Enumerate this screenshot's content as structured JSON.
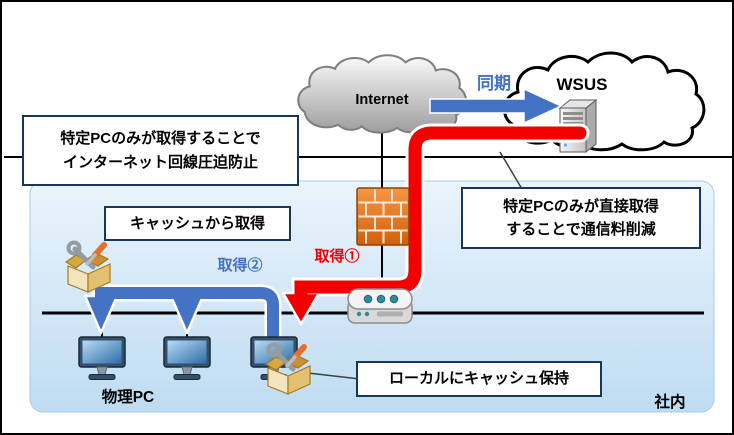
{
  "diagram": {
    "type": "network-diagram",
    "labels": {
      "internet": "Internet",
      "wsus": "WSUS",
      "sync": "同期",
      "fetch_direct": "取得①",
      "fetch_from_cache": "取得②",
      "physical_pc": "物理PC",
      "intranet": "社内"
    },
    "callouts": {
      "line_protection": {
        "line1": "特定PCのみが取得することで",
        "line2": "インターネット回線圧迫防止"
      },
      "cache_fetch": {
        "text": "キャッシュから取得"
      },
      "cost_reduction": {
        "line1": "特定PCのみが直接取得",
        "line2": "することで通信料削減"
      },
      "local_cache": {
        "text": "ローカルにキャッシュ保持"
      }
    },
    "colors": {
      "sync_arrow": "#4472C4",
      "cache_arrow": "#4472C4",
      "direct_arrow": "#F20000",
      "callout_border": "#17375E",
      "intranet_fill": "#CFE4F5"
    },
    "icons": [
      "internet-cloud-icon",
      "wsus-cloud-icon",
      "update-server-icon",
      "firewall-icon",
      "router-icon",
      "client-pc-icon",
      "package-tools-icon"
    ]
  }
}
